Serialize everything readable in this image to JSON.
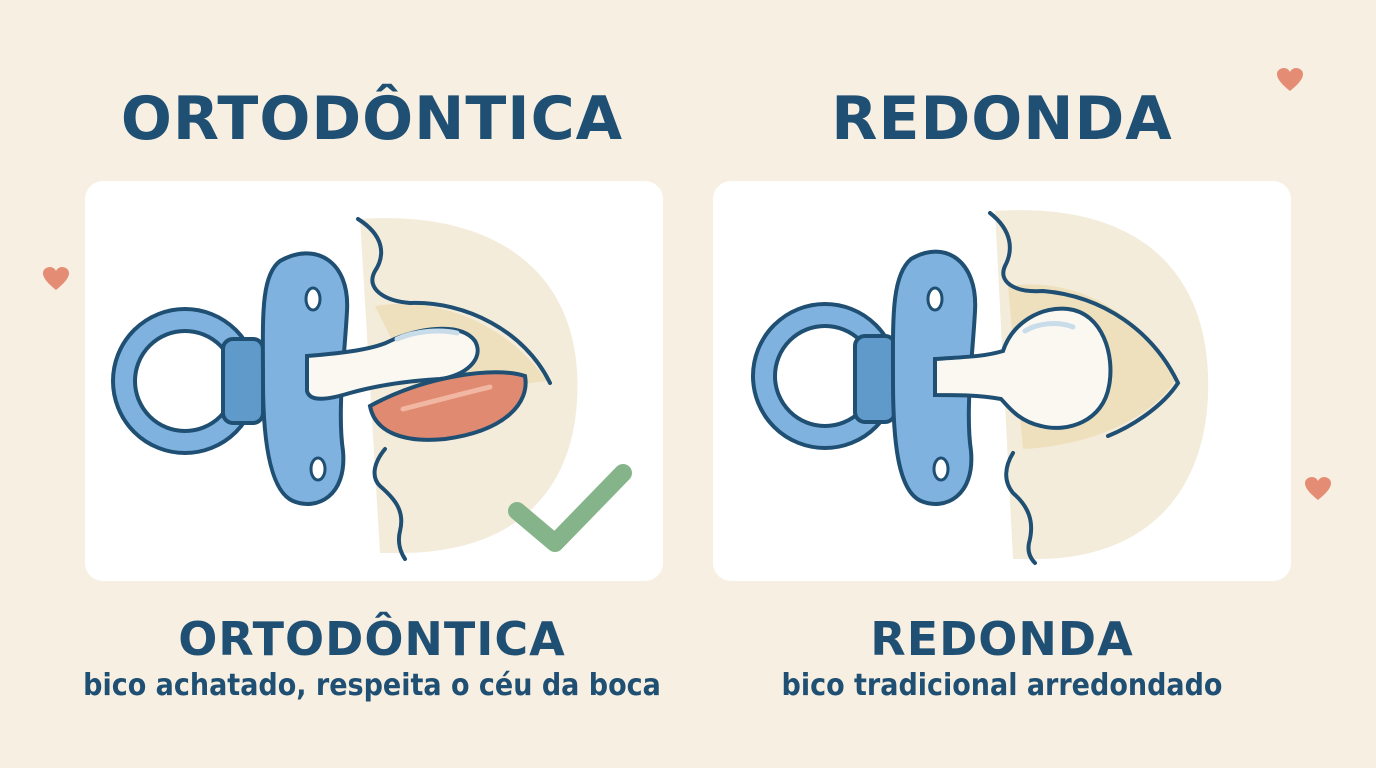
{
  "left": {
    "title": "ORTODÔNTICA",
    "caption_title": "ORTODÔNTICA",
    "caption_desc": "bico achatado, respeita o céu da boca"
  },
  "right": {
    "title": "REDONDA",
    "caption_title": "REDONDA",
    "caption_desc": "bico tradicional arredondado"
  },
  "colors": {
    "background": "#f6efe2",
    "text": "#1f4f73",
    "pacifier_blue": "#7fb2de",
    "outline": "#1f4f73",
    "check": "#86b48a",
    "heart": "#e48d74",
    "mouth": "#f2e2c2",
    "tongue": "#e08a72"
  },
  "icons": [
    "heart-icon",
    "checkmark-icon",
    "pacifier-icon"
  ]
}
